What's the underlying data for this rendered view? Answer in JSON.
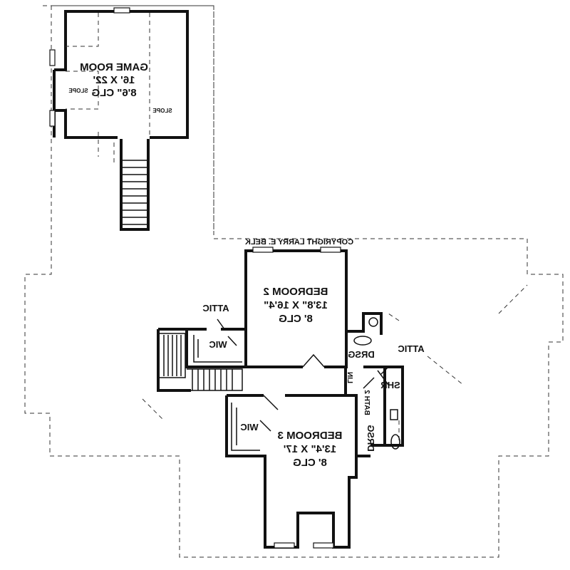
{
  "copyright": "COPYRIGHT LARRY E. BELK",
  "game_room": {
    "name": "GAME ROOM",
    "size": "16' X 22'",
    "ceiling": "8'6\" CLG",
    "slope_left": "SLOPE",
    "slope_right": "SLOPE"
  },
  "bedroom2": {
    "name": "BEDROOM 2",
    "size": "13'8\" X 16'4\"",
    "ceiling": "8' CLG"
  },
  "bedroom3": {
    "name": "BEDROOM 3",
    "size": "13'4\" X 17'",
    "ceiling": "8' CLG"
  },
  "labels": {
    "attic_left": "ATTIC",
    "attic_right": "ATTIC",
    "wic_bed2": "WIC",
    "wic_bed3": "WIC",
    "drsg_bed2": "DRSG",
    "drsg_bed3": "DRSG",
    "lin": "LIN",
    "bath2": "BATH 2",
    "shr": "SHR"
  }
}
